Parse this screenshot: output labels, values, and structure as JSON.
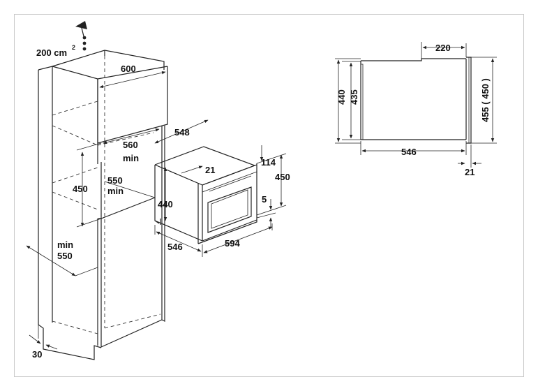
{
  "left_drawing": {
    "vent_area": "200 cm",
    "vent_sup": "2",
    "cabinet_width": "600",
    "niche_depth": "548",
    "niche_width": "560",
    "niche_width_min": "min",
    "niche_height": "450",
    "shelf_depth": "550",
    "shelf_depth_min": "min",
    "cabinet_depth_min": "min",
    "cabinet_depth": "550",
    "plinth_gap": "30",
    "oven_offset": "21",
    "oven_top": "114",
    "oven_height_front": "450",
    "oven_height_body": "440",
    "oven_gap": "5",
    "oven_depth": "546",
    "oven_width": "594"
  },
  "right_drawing": {
    "top_depth": "220",
    "height_outer": "440",
    "height_inner": "435",
    "front_height": "455 ( 450 )",
    "body_depth": "546",
    "front_thickness": "21"
  },
  "colors": {
    "line": "#222222",
    "frame": "#c8c8c8"
  }
}
